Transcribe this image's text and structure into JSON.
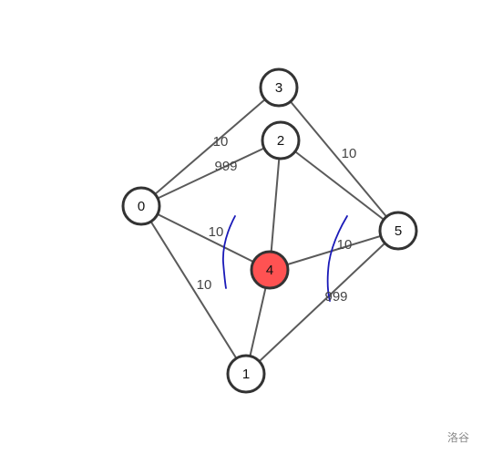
{
  "graph": {
    "nodes": [
      {
        "id": "0",
        "label": "0",
        "color": "#ffffff"
      },
      {
        "id": "1",
        "label": "1",
        "color": "#ffffff"
      },
      {
        "id": "2",
        "label": "2",
        "color": "#ffffff"
      },
      {
        "id": "3",
        "label": "3",
        "color": "#ffffff"
      },
      {
        "id": "4",
        "label": "4",
        "color": "#ff5252"
      },
      {
        "id": "5",
        "label": "5",
        "color": "#ffffff"
      }
    ],
    "edges": [
      {
        "from": "0",
        "to": "3",
        "label": "10"
      },
      {
        "from": "0",
        "to": "2",
        "label": "999"
      },
      {
        "from": "0",
        "to": "4",
        "label": "10"
      },
      {
        "from": "0",
        "to": "1",
        "label": "10"
      },
      {
        "from": "3",
        "to": "5",
        "label": "10"
      },
      {
        "from": "2",
        "to": "5",
        "label": ""
      },
      {
        "from": "2",
        "to": "4",
        "label": ""
      },
      {
        "from": "4",
        "to": "5",
        "label": "10"
      },
      {
        "from": "4",
        "to": "1",
        "label": ""
      },
      {
        "from": "1",
        "to": "5",
        "label": "999"
      }
    ]
  },
  "watermark": "洛谷"
}
